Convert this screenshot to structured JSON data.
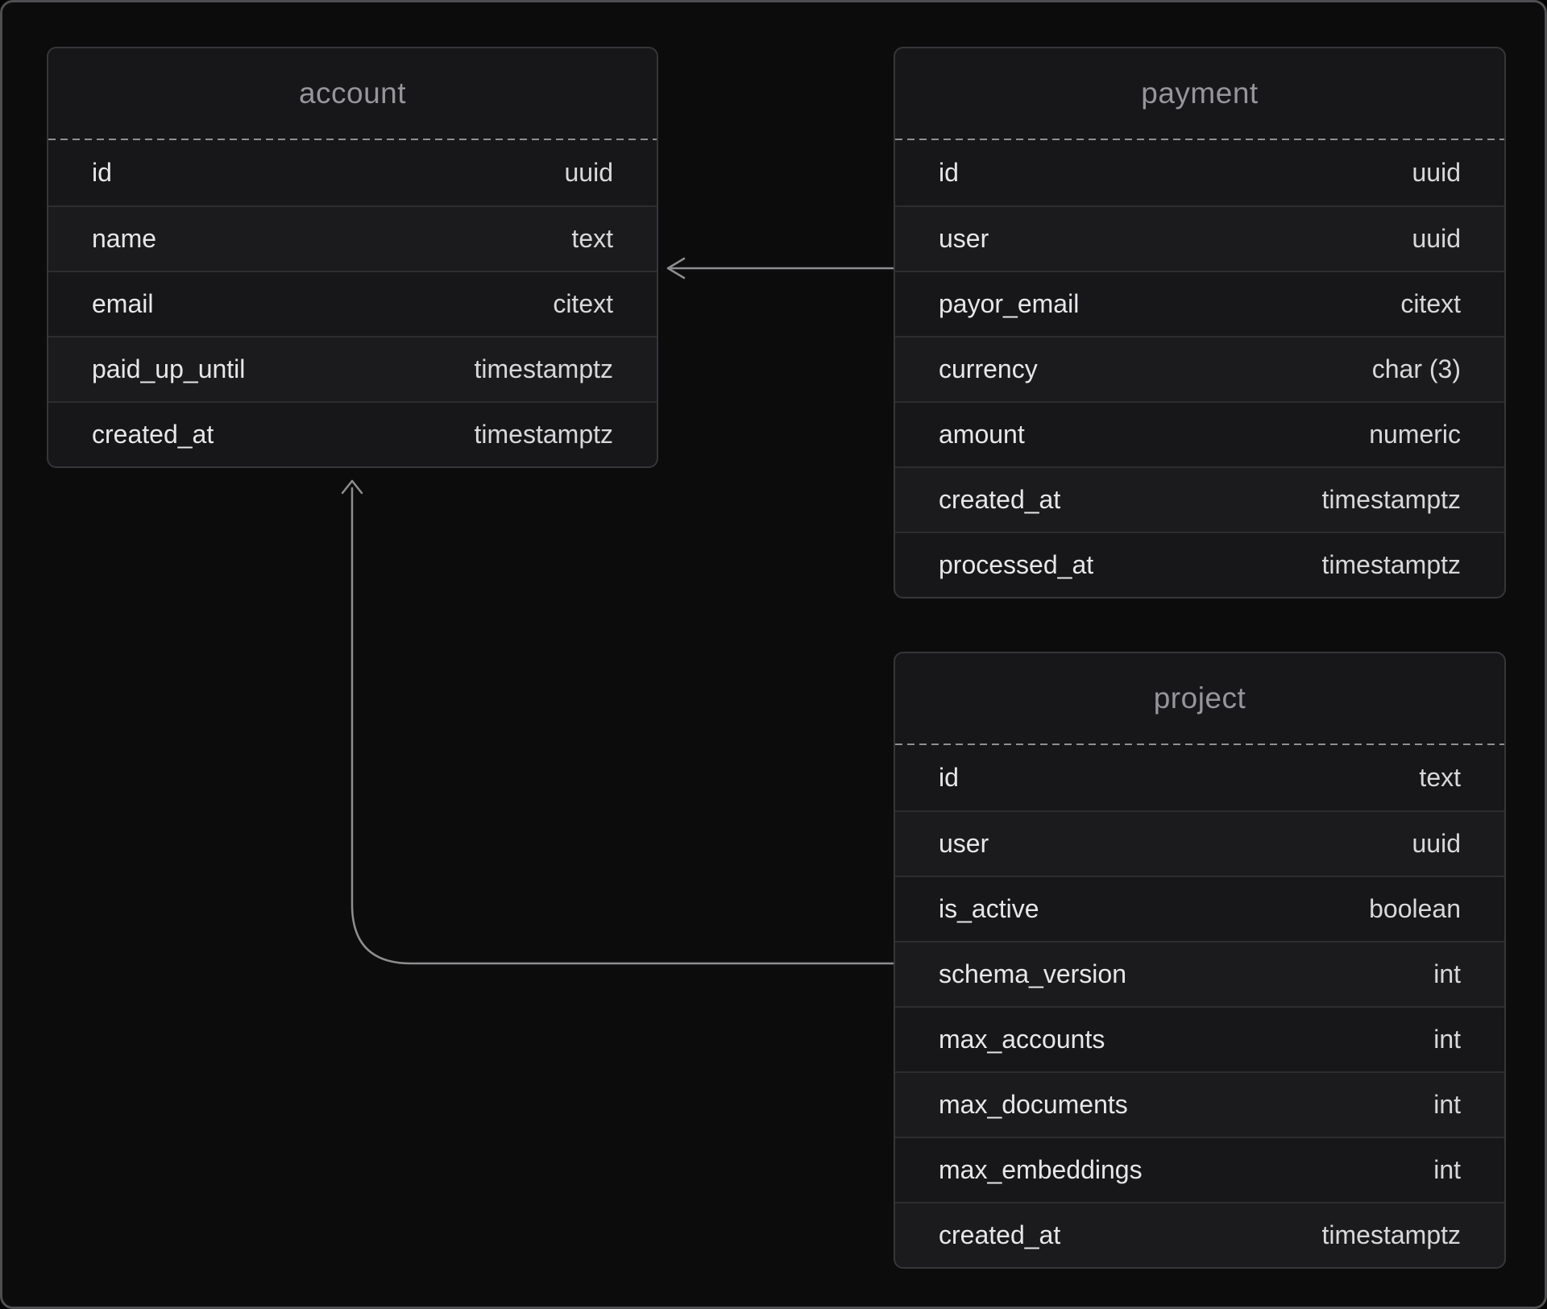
{
  "diagram": {
    "tables": [
      {
        "name": "account",
        "fields": [
          {
            "name": "id",
            "type": "uuid"
          },
          {
            "name": "name",
            "type": "text"
          },
          {
            "name": "email",
            "type": "citext"
          },
          {
            "name": "paid_up_until",
            "type": "timestamptz"
          },
          {
            "name": "created_at",
            "type": "timestamptz"
          }
        ]
      },
      {
        "name": "payment",
        "fields": [
          {
            "name": "id",
            "type": "uuid"
          },
          {
            "name": "user",
            "type": "uuid"
          },
          {
            "name": "payor_email",
            "type": "citext"
          },
          {
            "name": "currency",
            "type": "char (3)"
          },
          {
            "name": "amount",
            "type": "numeric"
          },
          {
            "name": "created_at",
            "type": "timestamptz"
          },
          {
            "name": "processed_at",
            "type": "timestamptz"
          }
        ]
      },
      {
        "name": "project",
        "fields": [
          {
            "name": "id",
            "type": "text"
          },
          {
            "name": "user",
            "type": "uuid"
          },
          {
            "name": "is_active",
            "type": "boolean"
          },
          {
            "name": "schema_version",
            "type": "int"
          },
          {
            "name": "max_accounts",
            "type": "int"
          },
          {
            "name": "max_documents",
            "type": "int"
          },
          {
            "name": "max_embeddings",
            "type": "int"
          },
          {
            "name": "created_at",
            "type": "timestamptz"
          }
        ]
      }
    ],
    "relationships": [
      {
        "from_table": "payment",
        "to_table": "account",
        "arrowhead": "chevron-left"
      },
      {
        "from_table": "project",
        "to_table": "account",
        "arrowhead": "chevron-up"
      }
    ],
    "colors": {
      "canvas_background": "#0c0c0d",
      "frame_border": "#4f4f52",
      "table_background": "#17171a",
      "table_border": "#36363a",
      "row_separator": "#2d2d30",
      "header_dashed_separator": "#8f8f92",
      "header_text": "#96969a",
      "field_name_text": "#e7e7e9",
      "field_type_text": "#d8d8da",
      "relationship_line": "#8e8e90"
    }
  }
}
